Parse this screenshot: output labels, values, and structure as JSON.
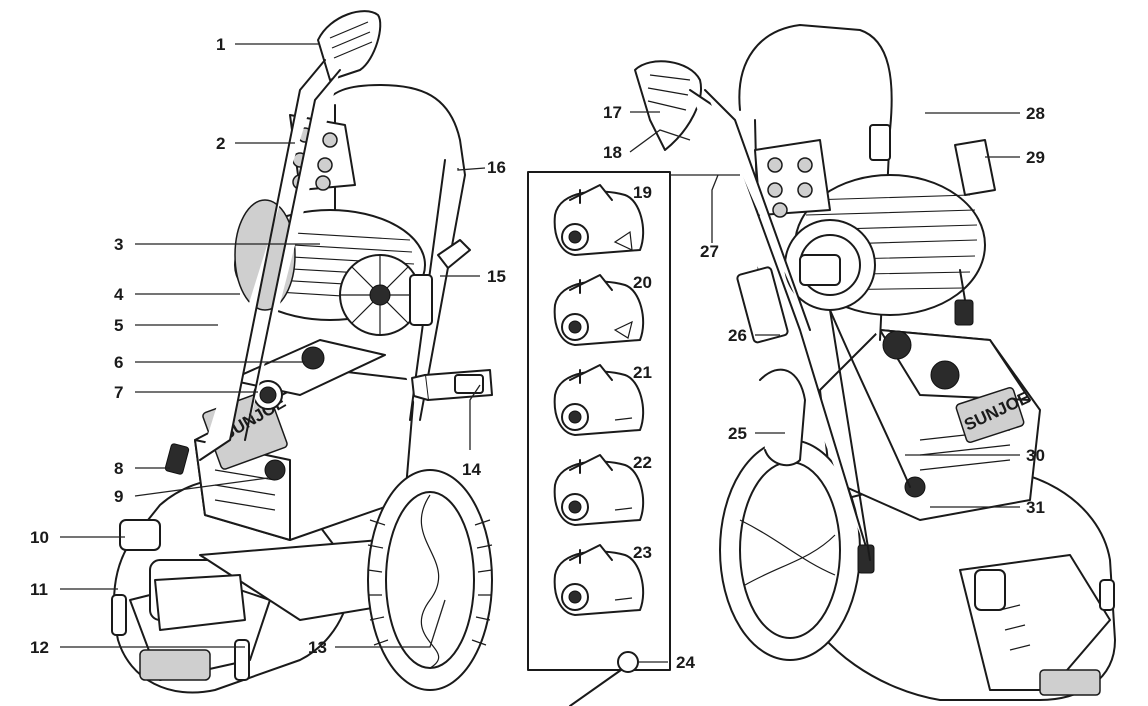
{
  "callouts": [
    {
      "n": "1"
    },
    {
      "n": "2"
    },
    {
      "n": "3"
    },
    {
      "n": "4"
    },
    {
      "n": "5"
    },
    {
      "n": "6"
    },
    {
      "n": "7"
    },
    {
      "n": "8"
    },
    {
      "n": "9"
    },
    {
      "n": "10"
    },
    {
      "n": "11"
    },
    {
      "n": "12"
    },
    {
      "n": "13"
    },
    {
      "n": "14"
    },
    {
      "n": "15"
    },
    {
      "n": "16"
    },
    {
      "n": "17"
    },
    {
      "n": "18"
    },
    {
      "n": "19"
    },
    {
      "n": "20"
    },
    {
      "n": "21"
    },
    {
      "n": "22"
    },
    {
      "n": "23"
    },
    {
      "n": "24"
    },
    {
      "n": "25"
    },
    {
      "n": "26"
    },
    {
      "n": "27"
    },
    {
      "n": "28"
    },
    {
      "n": "29"
    },
    {
      "n": "30"
    },
    {
      "n": "31"
    }
  ],
  "brand_logo": "SUNJOE",
  "colors": {
    "ink": "#1a1a1a",
    "background": "#ffffff",
    "fill_grey": "#cfcfcf"
  }
}
